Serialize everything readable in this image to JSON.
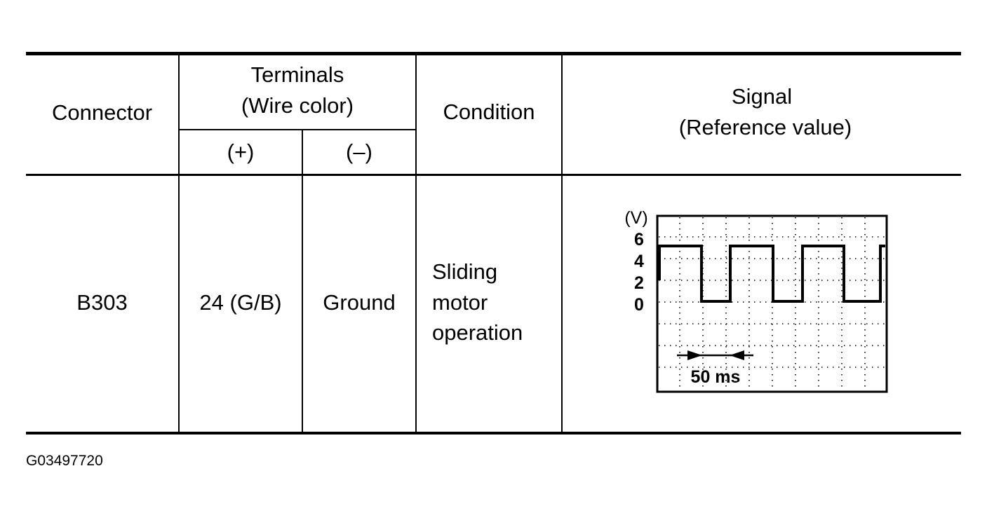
{
  "table": {
    "headers": {
      "connector": "Connector",
      "terminals_line1": "Terminals",
      "terminals_line2": "(Wire color)",
      "plus": "(+)",
      "minus": "(–)",
      "condition": "Condition",
      "signal_line1": "Signal",
      "signal_line2": "(Reference value)"
    },
    "rows": [
      {
        "connector": "B303",
        "plus": "24 (G/B)",
        "minus": "Ground",
        "condition_line1": "Sliding",
        "condition_line2": "motor",
        "condition_line3": "operation"
      }
    ]
  },
  "waveform": {
    "unit_label": "(V)",
    "y_ticks": [
      "6",
      "4",
      "2",
      "0"
    ],
    "time_label": "50 ms",
    "high_level_v": 5.5,
    "low_level_v": 0
  },
  "figure_id": "G03497720"
}
